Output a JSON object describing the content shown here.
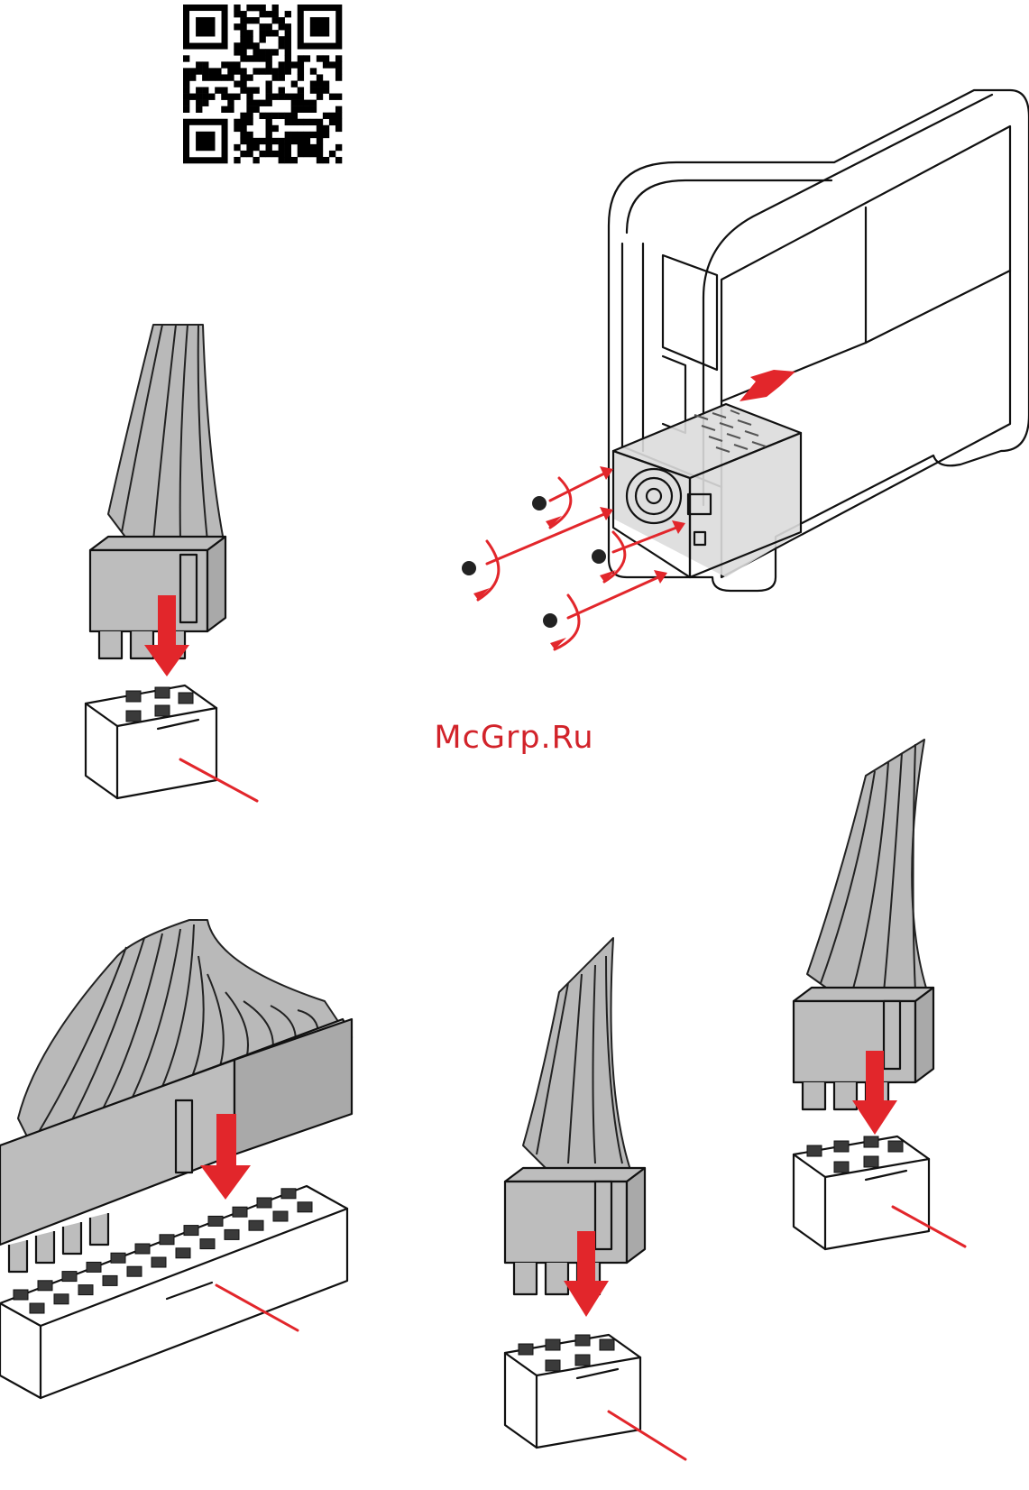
{
  "watermark": "McGrp.Ru",
  "colors": {
    "accent_red": "#e2262b",
    "wire_grey": "#b9b9b9",
    "outline": "#111111",
    "background": "#ffffff"
  },
  "figures": [
    {
      "id": "qr-code",
      "kind": "qr-code-icon"
    },
    {
      "id": "psu-installation",
      "kind": "case-with-power-supply-and-screws"
    },
    {
      "id": "8pin-connector-left",
      "kind": "power-connector-icon"
    },
    {
      "id": "24pin-atx-connector",
      "kind": "power-connector-icon"
    },
    {
      "id": "8pin-connector-middle",
      "kind": "power-connector-icon"
    },
    {
      "id": "8pin-connector-right",
      "kind": "power-connector-icon"
    }
  ]
}
